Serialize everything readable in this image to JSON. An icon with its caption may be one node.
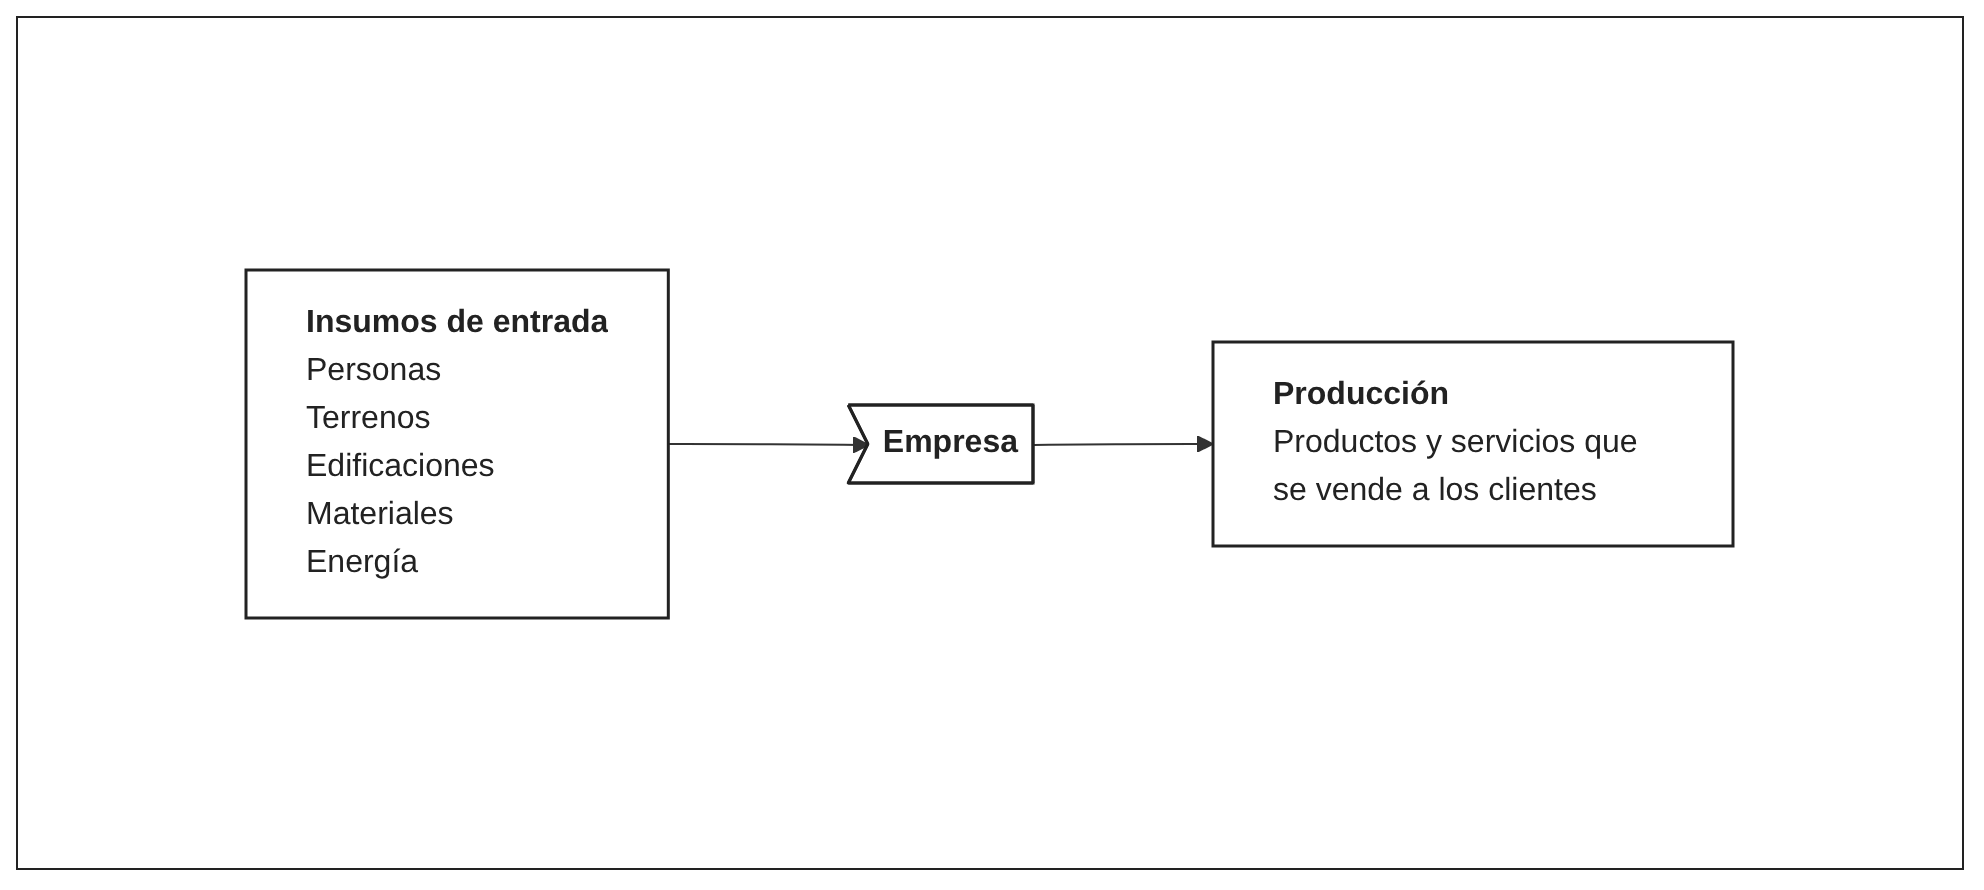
{
  "diagram": {
    "nodes": [
      {
        "text": [
          "Insumos de entrada",
          "Personas",
          "Terrenos",
          "Edificaciones",
          "Materiales",
          "Energía"
        ]
      },
      {
        "text": [
          "Empresa"
        ]
      },
      {
        "text": [
          "Producción",
          "Productos y servicios que se vende a los clientes"
        ]
      }
    ],
    "edges": [
      {
        "from": 0,
        "to": 1,
        "arrow": "to"
      },
      {
        "from": 1,
        "to": 2,
        "arrow": "to"
      }
    ]
  }
}
